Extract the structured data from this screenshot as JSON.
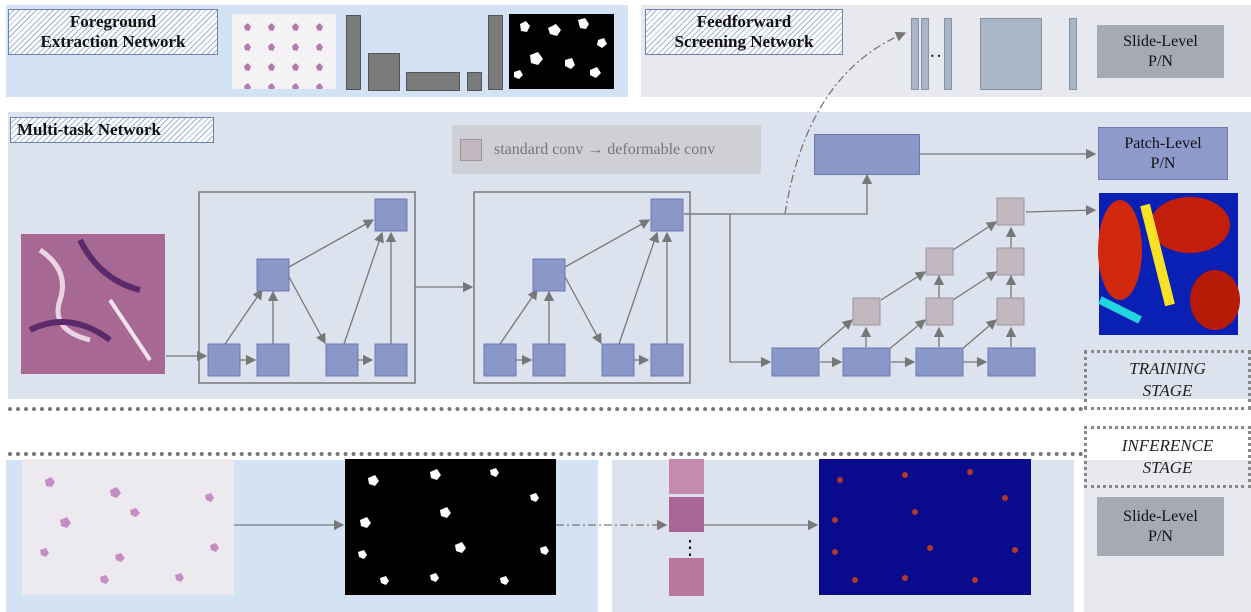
{
  "panels": {
    "foreground": {
      "title_line1": "Foreground",
      "title_line2": "Extraction Network"
    },
    "feedforward": {
      "title_line1": "Feedforward",
      "title_line2": "Screening Network"
    },
    "multitask": {
      "title": "Multi-task Network"
    }
  },
  "legend": {
    "text": "standard conv → deformable conv"
  },
  "outputs": {
    "slide_level_top": {
      "line1": "Slide-Level",
      "line2": "P/N"
    },
    "patch_level": {
      "line1": "Patch-Level",
      "line2": "P/N"
    },
    "slide_level_bottom": {
      "line1": "Slide-Level",
      "line2": "P/N"
    }
  },
  "stages": {
    "training": {
      "line1": "TRAINING",
      "line2": "STAGE"
    },
    "inference": {
      "line1": "INFERENCE",
      "line2": "STAGE"
    }
  },
  "ellipsis": {
    "horizontal": "…",
    "vertical": "⋮"
  },
  "colors": {
    "panel_blue": "#d3e3f3",
    "panel_gray": "#e7e9ee",
    "panel_lavender": "#dde2ef",
    "conv_block": "#8a97c9",
    "deformable_block": "#c2b8c0",
    "heatmap_bg": "#0a0a8c"
  }
}
